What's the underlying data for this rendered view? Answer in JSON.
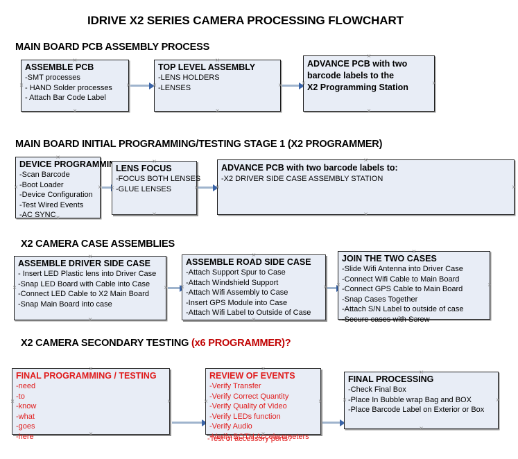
{
  "document": {
    "title": "IDRIVE X2  SERIES CAMERA PROCESSING FLOWCHART"
  },
  "sections": [
    {
      "id": "main-board-pcb-assembly",
      "heading": "MAIN BOARD PCB ASSEMBLY PROCESS",
      "heading_accent": "",
      "boxes": [
        {
          "id": "assemble-pcb",
          "title": "ASSEMBLE PCB",
          "lines": [
            "-SMT processes",
            "- HAND Solder processes",
            "- Attach Bar Code Label"
          ]
        },
        {
          "id": "top-level-assembly",
          "title": "TOP LEVEL ASSEMBLY",
          "lines": [
            "-LENS HOLDERS",
            "-LENSES"
          ]
        },
        {
          "id": "advance-pcb-to-programming-station",
          "title": "ADVANCE PCB with two",
          "lines": [
            "barcode labels to the",
            " X2 Programming Station"
          ]
        }
      ]
    },
    {
      "id": "main-board-initial-programming",
      "heading": "MAIN BOARD INITIAL PROGRAMMING/TESTING STAGE 1 (X2 PROGRAMMER)",
      "heading_accent": "",
      "boxes": [
        {
          "id": "device-programming",
          "title": "DEVICE PROGRAMMING",
          "lines": [
            "-Scan Barcode",
            "-Boot Loader",
            "-Device Configuration",
            "-Test Wired Events",
            "-AC SYNC"
          ]
        },
        {
          "id": "lens-focus",
          "title": "LENS FOCUS",
          "lines": [
            "-FOCUS BOTH LENSES",
            "-GLUE LENSES"
          ]
        },
        {
          "id": "advance-pcb-to-driver-side-case",
          "title": "ADVANCE PCB with two barcode labels to:",
          "lines": [
            "-X2 DRIVER  SIDE  CASE  ASSEMBLY STATION"
          ]
        }
      ]
    },
    {
      "id": "x2-camera-case-assemblies",
      "heading": "X2 CAMERA CASE ASSEMBLIES",
      "heading_accent": "",
      "boxes": [
        {
          "id": "assemble-driver-side-case",
          "title": "ASSEMBLE DRIVER SIDE CASE",
          "lines": [
            "- Insert LED Plastic lens into Driver Case",
            "-Snap LED Board with Cable into Case",
            "-Connect LED Cable to X2 Main Board",
            "-Snap Main Board into case"
          ]
        },
        {
          "id": "assemble-road-side-case",
          "title": "ASSEMBLE ROAD SIDE CASE",
          "lines": [
            "-Attach Support Spur to Case",
            "-Attach Windshield Support",
            "-Attach Wifi Assembly to Case",
            "-Insert GPS Module into Case",
            "-Attach Wifi Label to Outside of Case"
          ]
        },
        {
          "id": "join-the-two-cases",
          "title": "JOIN THE TWO CASES",
          "lines": [
            "-Slide Wifi Antenna into Driver Case",
            "-Connect Wifi Cable to Main Board",
            "-Connect GPS Cable to Main Board",
            "-Snap Cases Together",
            "-Attach S/N Label to outside of case",
            "-Secure cases with Screw"
          ]
        }
      ]
    },
    {
      "id": "x2-camera-secondary-testing",
      "heading": "X2 CAMERA SECONDARY TESTING ",
      "heading_accent": "(x6 PROGRAMMER)?",
      "boxes": [
        {
          "id": "final-programming-testing",
          "title": "FINAL PROGRAMMING / TESTING",
          "lines": [
            "-need",
            "-to",
            "-know",
            "-what",
            "-goes",
            "-here"
          ]
        },
        {
          "id": "review-of-events",
          "title": "REVIEW OF EVENTS",
          "lines": [
            "-Verify Transfer",
            "-Verify Correct Quantity",
            "-Verify Quality of Video",
            "-Verify LEDs function",
            "-Verify Audio",
            "-Verify BOTH Accelerometers"
          ],
          "overflow_line": "-Test of accessory ports?"
        },
        {
          "id": "final-processing",
          "title": "FINAL PROCESSING",
          "lines": [
            " -Check Final Box",
            "-Place In Bubble wrap Bag and BOX",
            "-Place Barcode Label on Exterior or Box"
          ]
        }
      ]
    }
  ],
  "colors": {
    "box_fill": "#e8edf6",
    "box_border": "#1a1a1a",
    "arrow_line": "#9fb4cd",
    "arrow_head": "#3a64a8",
    "accent_red": "#e01b1b",
    "heading_red": "#c00000",
    "connector_marker": "#8c8c8c"
  }
}
